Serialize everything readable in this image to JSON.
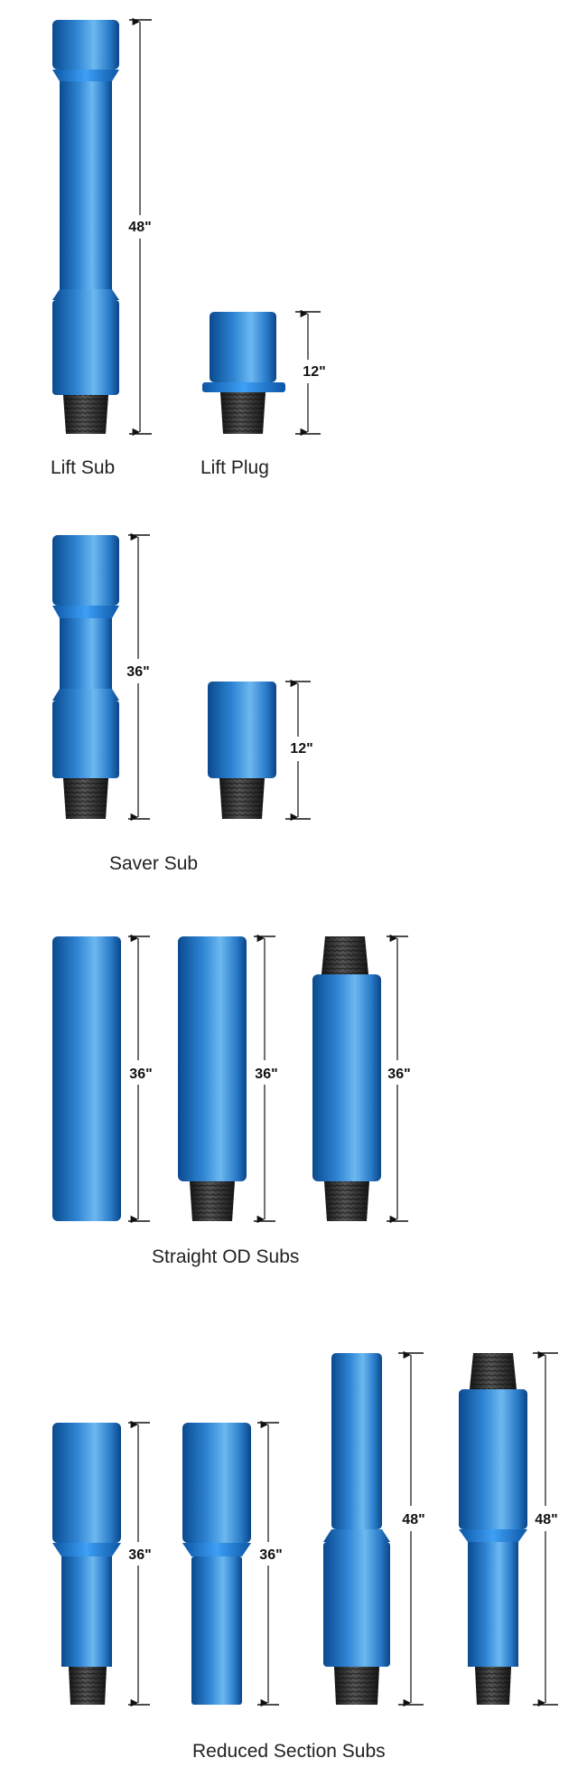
{
  "sections": [
    {
      "caption": "Lift Sub",
      "caption2": "Lift Plug",
      "tools": [
        {
          "kind": "reduced",
          "dimension": "48\""
        },
        {
          "kind": "plug",
          "dimension": "12\""
        }
      ]
    },
    {
      "caption": "Saver Sub",
      "tools": [
        {
          "kind": "reduced",
          "dimension": "36\""
        },
        {
          "kind": "pin",
          "dimension": "12\""
        }
      ]
    },
    {
      "caption": "Straight OD Subs",
      "tools": [
        {
          "kind": "box",
          "dimension": "36\""
        },
        {
          "kind": "pin",
          "dimension": "36\""
        },
        {
          "kind": "pin-pin",
          "dimension": "36\""
        }
      ]
    },
    {
      "caption": "Reduced Section Subs",
      "tools": [
        {
          "kind": "reduced",
          "dimension": "36\""
        },
        {
          "kind": "reduced-box",
          "dimension": "36\""
        },
        {
          "kind": "reduced-top",
          "dimension": "48\""
        },
        {
          "kind": "reduced-top-pin",
          "dimension": "48\""
        }
      ]
    }
  ],
  "colors": {
    "body_dark": "#0b4f95",
    "body_mid": "#2f86d4",
    "body_light": "#6cb8f0",
    "thread_dark": "#1e1e1e",
    "thread_light": "#4a4a4a",
    "dimension_line": "#111111"
  }
}
